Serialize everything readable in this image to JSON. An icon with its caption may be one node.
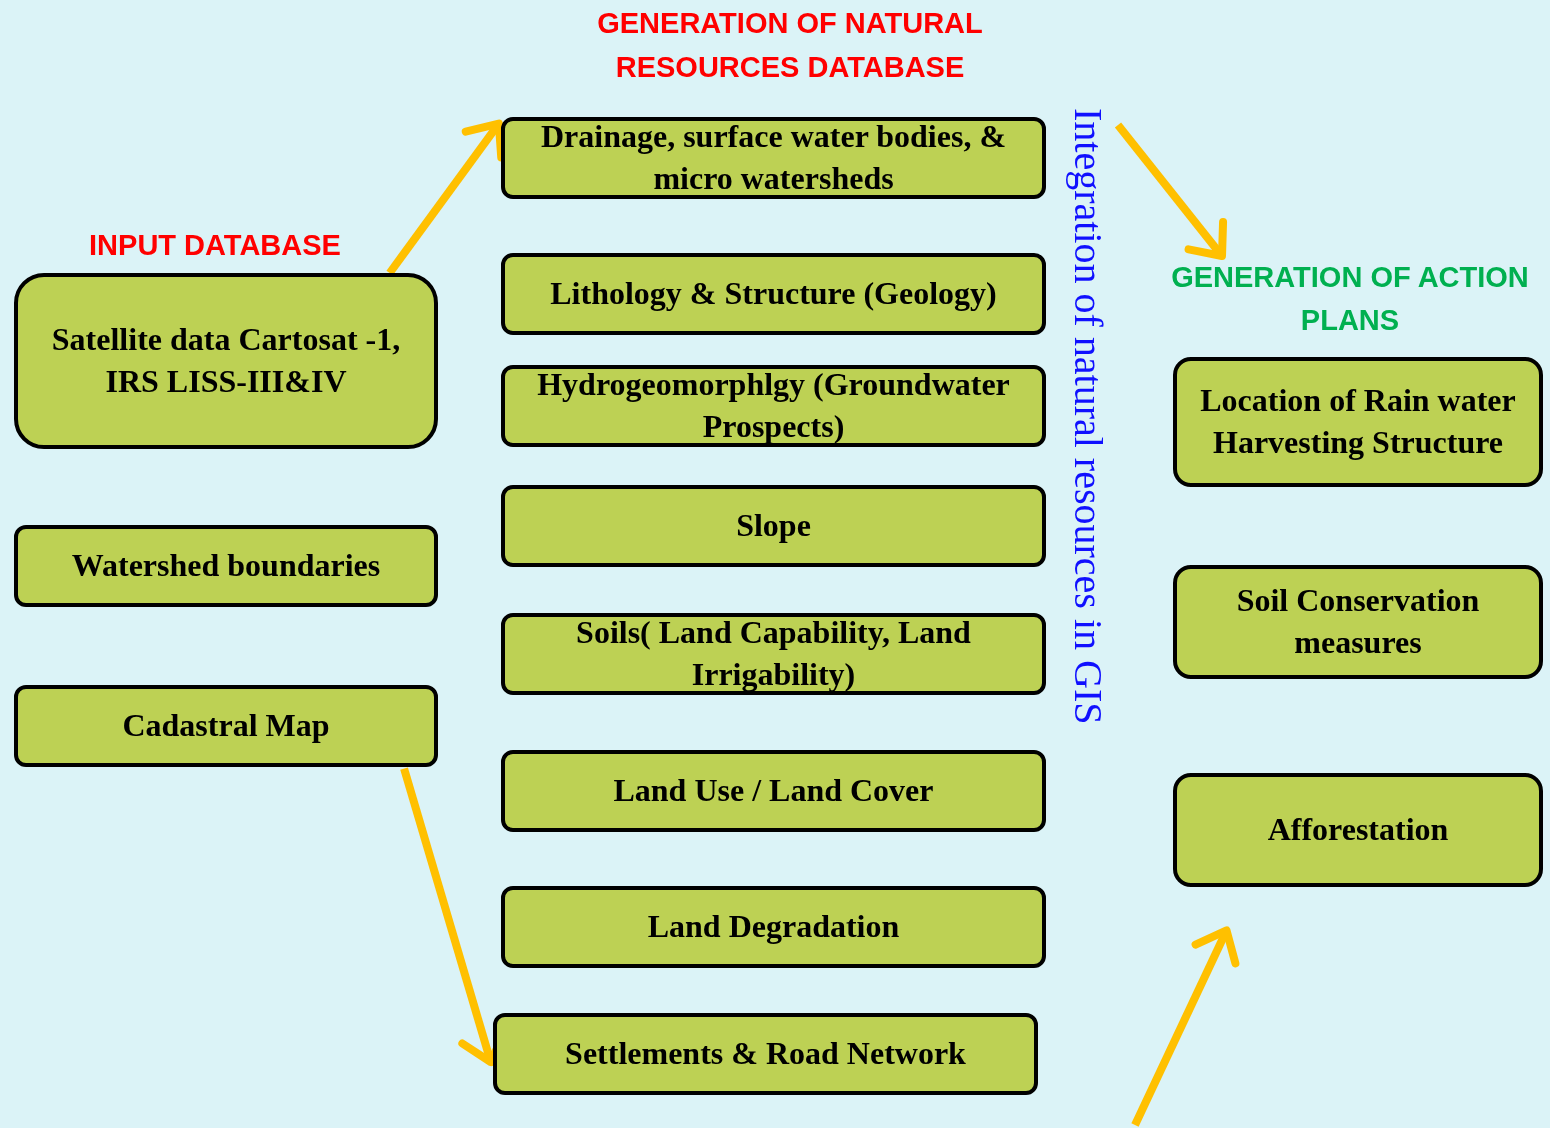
{
  "diagram": {
    "nodes": [
      {
        "text": [
          "Satellite data Cartosat -1, IRS LISS-III&IV"
        ]
      },
      {
        "text": [
          "Watershed boundaries"
        ]
      },
      {
        "text": [
          "Cadastral Map"
        ]
      },
      {
        "text": [
          "Drainage, surface water bodies, & micro watersheds"
        ]
      },
      {
        "text": [
          "Lithology & Structure (Geology)"
        ]
      },
      {
        "text": [
          "Hydrogeomorphlgy (Groundwater Prospects)"
        ]
      },
      {
        "text": [
          "Slope"
        ]
      },
      {
        "text": [
          "Soils( Land Capability, Land Irrigability)"
        ]
      },
      {
        "text": [
          "Land Use / Land Cover"
        ]
      },
      {
        "text": [
          "Land Degradation"
        ]
      },
      {
        "text": [
          "Settlements & Road Network"
        ]
      },
      {
        "text": [
          "GENERATION OF ACTION PLANS"
        ]
      },
      {
        "text": [
          "Location of Rain water Harvesting Structure"
        ]
      },
      {
        "text": [
          "Soil Conservation measures"
        ]
      },
      {
        "text": [
          "Afforestation"
        ]
      }
    ],
    "edges": [
      {
        "from": 0,
        "to": 3,
        "arrow": "to"
      },
      {
        "from": 2,
        "to": 10,
        "arrow": "to"
      },
      {
        "from": null,
        "to": 11,
        "arrow": "to"
      },
      {
        "from": null,
        "to": 14,
        "arrow": "to"
      }
    ],
    "labels": [
      "GENERATION OF NATURAL RESOURCES DATABASE",
      "INPUT DATABASE",
      "Integration of natural resources in GIS"
    ]
  }
}
